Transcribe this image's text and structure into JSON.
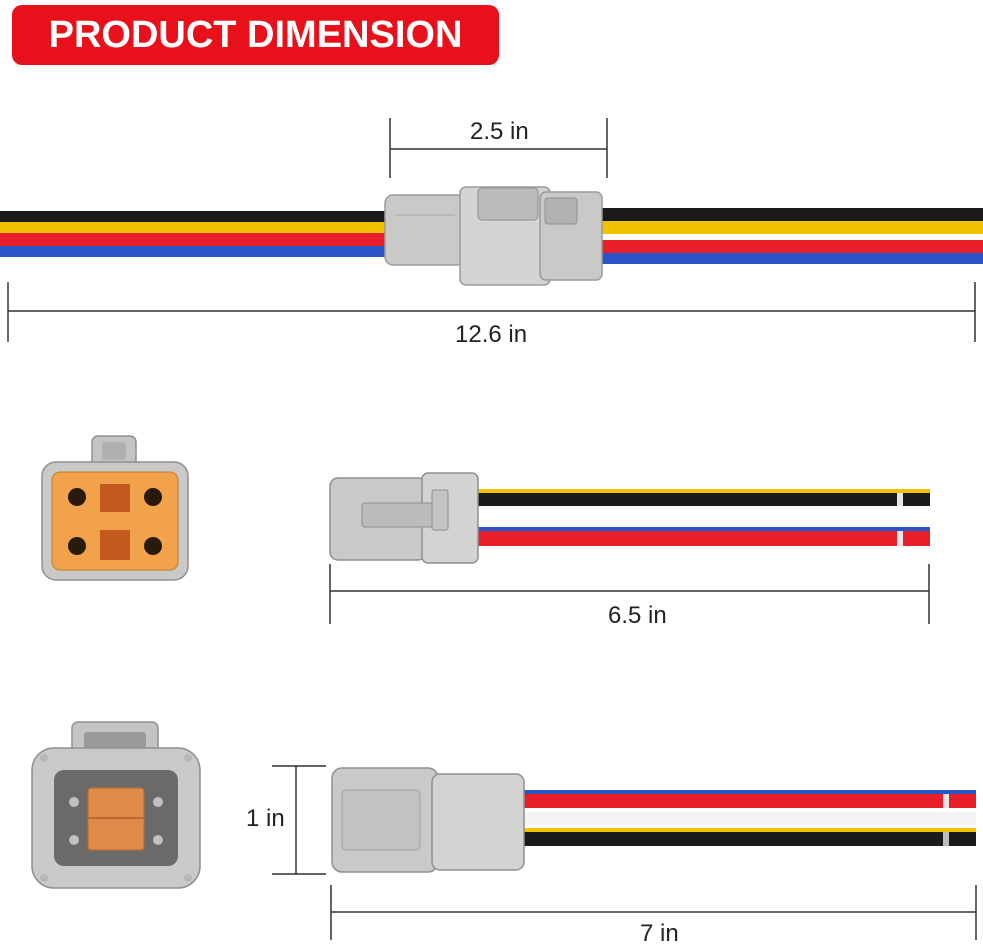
{
  "title": "PRODUCT DIMENSION",
  "dimensions": {
    "connector_length": "2.5 in",
    "total_length": "12.6 in",
    "female_lead_length": "6.5 in",
    "connector_height": "1 in",
    "male_lead_length": "7 in"
  },
  "colors": {
    "banner": "#e8101a",
    "wire_black": "#1a1a1a",
    "wire_yellow": "#f2c200",
    "wire_red": "#e8202a",
    "wire_blue": "#2a55c8",
    "connector_gray": "#c9cac8",
    "insert_orange": "#f2a24a"
  }
}
